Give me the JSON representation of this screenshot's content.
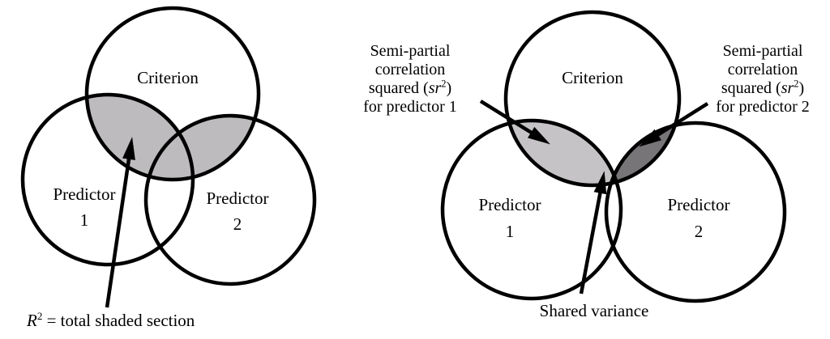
{
  "colors": {
    "stroke": "#000000",
    "left_shaded": "#bdbbbd",
    "sr2_pred1": "#c5c3c5",
    "sr2_pred2": "#787578",
    "shared_variance": "#8e8a8e"
  },
  "left": {
    "criterion": "Criterion",
    "pred1_line1": "Predictor",
    "pred1_line2": "1",
    "pred2_line1": "Predictor",
    "pred2_line2": "2",
    "caption_r": "R",
    "caption_sup": "2",
    "caption_rest": " = total shaded section"
  },
  "right": {
    "criterion": "Criterion",
    "pred1_line1": "Predictor",
    "pred1_line2": "1",
    "pred2_line1": "Predictor",
    "pred2_line2": "2",
    "ann1": {
      "l1": "Semi-partial",
      "l2": "correlation",
      "l3a": "squared (",
      "l3b": "sr",
      "l3c": "2",
      "l3d": ")",
      "l4": "for predictor 1"
    },
    "ann2": {
      "l1": "Semi-partial",
      "l2": "correlation",
      "l3a": "squared (",
      "l3b": "sr",
      "l3c": "2",
      "l3d": ")",
      "l4": "for predictor 2"
    },
    "shared": "Shared variance"
  }
}
